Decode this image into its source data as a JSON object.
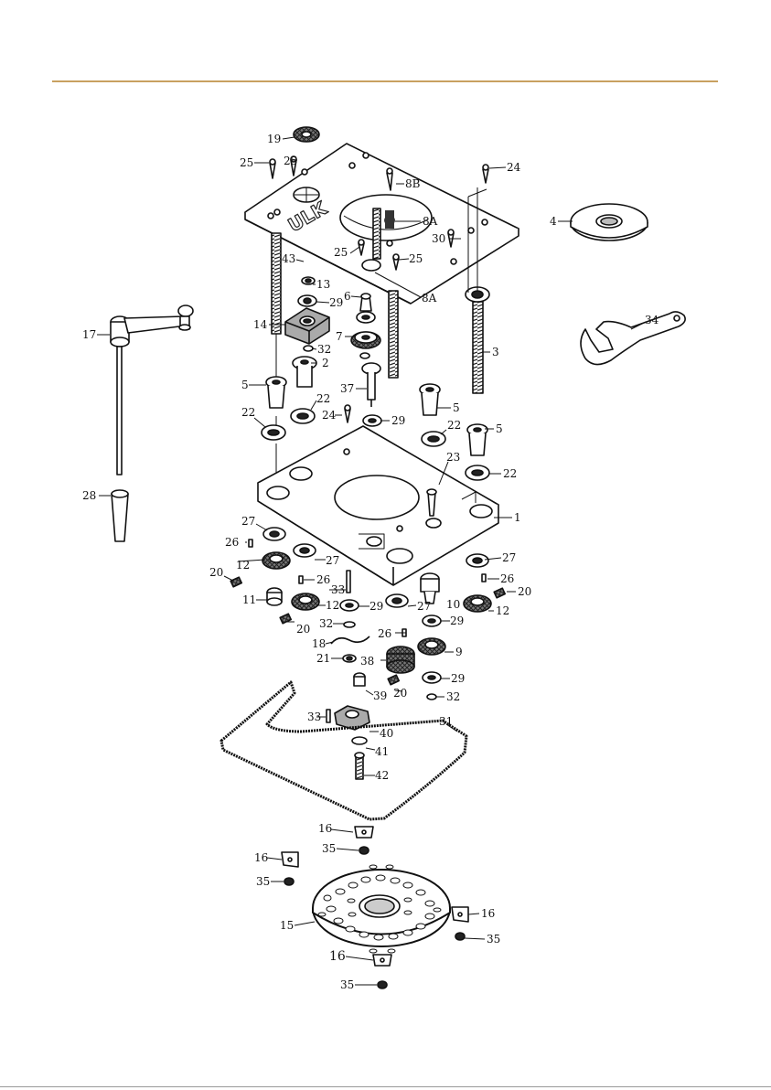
{
  "header": {
    "rule_color": "#c8a060"
  },
  "labels": [
    {
      "id": "l19",
      "text": "19"
    },
    {
      "id": "l25a",
      "text": "25"
    },
    {
      "id": "l25b",
      "text": "25"
    },
    {
      "id": "l24a",
      "text": "24"
    },
    {
      "id": "l8B",
      "text": "8B"
    },
    {
      "id": "l8Aa",
      "text": "8A"
    },
    {
      "id": "l4",
      "text": "4"
    },
    {
      "id": "l30",
      "text": "30"
    },
    {
      "id": "l25c",
      "text": "25"
    },
    {
      "id": "l25d",
      "text": "25"
    },
    {
      "id": "l43",
      "text": "43"
    },
    {
      "id": "l8Ab",
      "text": "8A"
    },
    {
      "id": "l13",
      "text": "13"
    },
    {
      "id": "l6",
      "text": "6"
    },
    {
      "id": "l29a",
      "text": "29"
    },
    {
      "id": "l14",
      "text": "14"
    },
    {
      "id": "l7",
      "text": "7"
    },
    {
      "id": "l34",
      "text": "34"
    },
    {
      "id": "l17",
      "text": "17"
    },
    {
      "id": "l32a",
      "text": "32"
    },
    {
      "id": "l3",
      "text": "3"
    },
    {
      "id": "l2",
      "text": "2"
    },
    {
      "id": "l5a",
      "text": "5"
    },
    {
      "id": "l37",
      "text": "37"
    },
    {
      "id": "l5b",
      "text": "5"
    },
    {
      "id": "l22a",
      "text": "22"
    },
    {
      "id": "l22b",
      "text": "22"
    },
    {
      "id": "l24b",
      "text": "24"
    },
    {
      "id": "l29b",
      "text": "29"
    },
    {
      "id": "l22c",
      "text": "22"
    },
    {
      "id": "l5c",
      "text": "5"
    },
    {
      "id": "l23",
      "text": "23"
    },
    {
      "id": "l22d",
      "text": "22"
    },
    {
      "id": "l28",
      "text": "28"
    },
    {
      "id": "l1",
      "text": "1"
    },
    {
      "id": "l27a",
      "text": "27"
    },
    {
      "id": "l26a",
      "text": "26"
    },
    {
      "id": "l12a",
      "text": "12"
    },
    {
      "id": "l27b",
      "text": "27"
    },
    {
      "id": "l27c",
      "text": "27"
    },
    {
      "id": "l20a",
      "text": "20"
    },
    {
      "id": "l26b",
      "text": "26"
    },
    {
      "id": "l33a",
      "text": "33"
    },
    {
      "id": "l26c",
      "text": "26"
    },
    {
      "id": "l20b",
      "text": "20"
    },
    {
      "id": "l11",
      "text": "11"
    },
    {
      "id": "l12b",
      "text": "12"
    },
    {
      "id": "l29c",
      "text": "29"
    },
    {
      "id": "l27d",
      "text": "27"
    },
    {
      "id": "l10",
      "text": "10"
    },
    {
      "id": "l12c",
      "text": "12"
    },
    {
      "id": "l20c",
      "text": "20"
    },
    {
      "id": "l29d",
      "text": "29"
    },
    {
      "id": "l32b",
      "text": "32"
    },
    {
      "id": "l26d",
      "text": "26"
    },
    {
      "id": "l18",
      "text": "18"
    },
    {
      "id": "l9",
      "text": "9"
    },
    {
      "id": "l21",
      "text": "21"
    },
    {
      "id": "l38",
      "text": "38"
    },
    {
      "id": "l29e",
      "text": "29"
    },
    {
      "id": "l39",
      "text": "39"
    },
    {
      "id": "l20d",
      "text": "20"
    },
    {
      "id": "l32c",
      "text": "32"
    },
    {
      "id": "l31",
      "text": "31"
    },
    {
      "id": "l33b",
      "text": "33"
    },
    {
      "id": "l40",
      "text": "40"
    },
    {
      "id": "l41",
      "text": "41"
    },
    {
      "id": "l42",
      "text": "42"
    },
    {
      "id": "l16a",
      "text": "16"
    },
    {
      "id": "l35a",
      "text": "35"
    },
    {
      "id": "l16b",
      "text": "16"
    },
    {
      "id": "l35b",
      "text": "35"
    },
    {
      "id": "l16c",
      "text": "16"
    },
    {
      "id": "l15",
      "text": "15"
    },
    {
      "id": "l35c",
      "text": "35"
    },
    {
      "id": "l16d",
      "text": "16"
    },
    {
      "id": "l35d",
      "text": "35"
    }
  ]
}
